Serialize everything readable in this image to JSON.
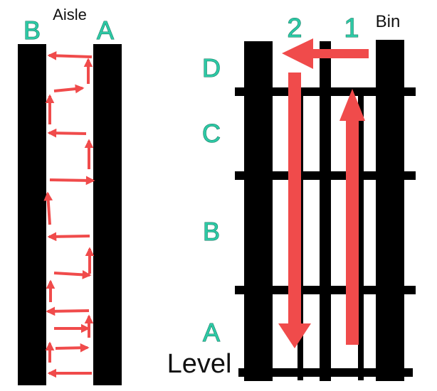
{
  "left_diagram": {
    "aisle_label": "Aisle",
    "side_b_label": "B",
    "side_a_label": "A"
  },
  "right_diagram": {
    "bin_label": "Bin",
    "bin_1_label": "1",
    "bin_2_label": "2",
    "levels": [
      "D",
      "C",
      "B",
      "A"
    ],
    "level_axis_label": "Level"
  },
  "colors": {
    "rack": "#000000",
    "path_arrow": "#f04b4b",
    "label_teal": "#2dc9a5"
  }
}
